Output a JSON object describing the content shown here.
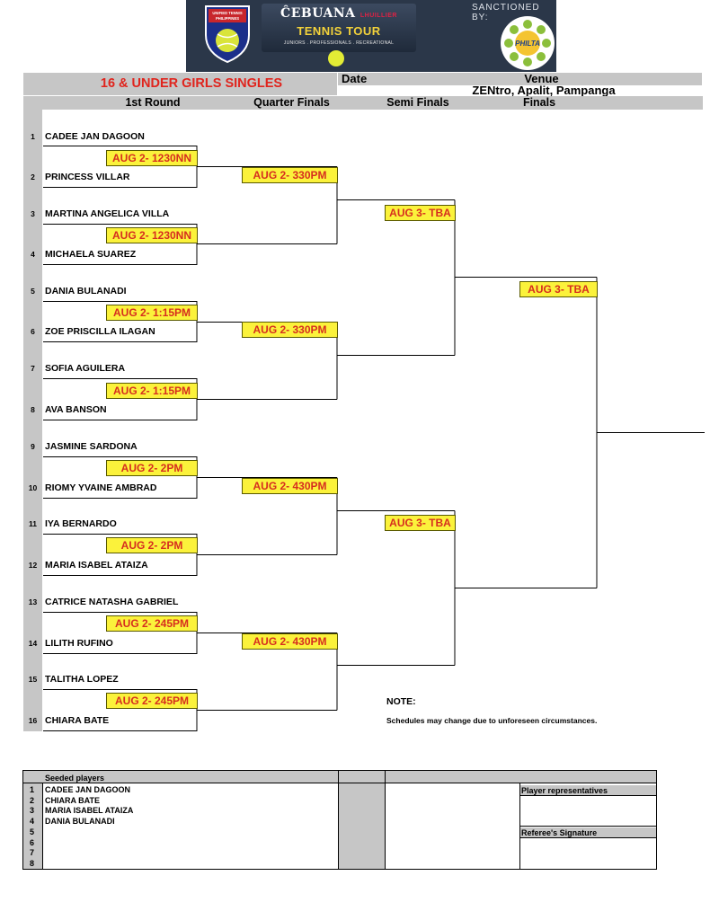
{
  "banner": {
    "utp_logo_text": "UNIFIED TENNIS PHILIPPINES",
    "brand_name": "ĈEBUANA",
    "brand_suffix": "LHUILLIER",
    "tour_name": "TENNIS TOUR",
    "tour_tagline": "JUNIORS . PROFESSIONALS . RECREATIONAL",
    "sanctioned_by": "SANCTIONED BY:",
    "philta_logo_text": "PHILTA"
  },
  "header": {
    "event_title": "16 & UNDER GIRLS SINGLES",
    "date_label": "Date",
    "venue_label": "Venue",
    "venue_value": "ZENtro, Apalit, Pampanga"
  },
  "rounds": [
    "1st Round",
    "Quarter Finals",
    "Semi Finals",
    "Finals"
  ],
  "players": [
    {
      "no": "1",
      "name": "CADEE JAN DAGOON"
    },
    {
      "no": "2",
      "name": "PRINCESS VILLAR"
    },
    {
      "no": "3",
      "name": "MARTINA ANGELICA VILLA"
    },
    {
      "no": "4",
      "name": "MICHAELA SUAREZ"
    },
    {
      "no": "5",
      "name": "DANIA BULANADI"
    },
    {
      "no": "6",
      "name": "ZOE PRISCILLA ILAGAN"
    },
    {
      "no": "7",
      "name": "SOFIA AGUILERA"
    },
    {
      "no": "8",
      "name": "AVA BANSON"
    },
    {
      "no": "9",
      "name": "JASMINE SARDONA"
    },
    {
      "no": "10",
      "name": "RIOMY YVAINE AMBRAD"
    },
    {
      "no": "11",
      "name": "IYA BERNARDO"
    },
    {
      "no": "12",
      "name": "MARIA ISABEL ATAIZA"
    },
    {
      "no": "13",
      "name": "CATRICE NATASHA GABRIEL"
    },
    {
      "no": "14",
      "name": "LILITH RUFINO"
    },
    {
      "no": "15",
      "name": "TALITHA LOPEZ"
    },
    {
      "no": "16",
      "name": "CHIARA BATE"
    }
  ],
  "schedules": {
    "first_round": [
      "AUG 2- 1230NN",
      "AUG 2- 1230NN",
      "AUG 2- 1:15PM",
      "AUG 2- 1:15PM",
      "AUG 2- 2PM",
      "AUG 2- 2PM",
      "AUG 2- 245PM",
      "AUG 2- 245PM"
    ],
    "quarter_finals": [
      "AUG 2- 330PM",
      "AUG 2- 330PM",
      "AUG 2- 430PM",
      "AUG 2- 430PM"
    ],
    "semi_finals": [
      "AUG 3- TBA",
      "AUG 3- TBA"
    ],
    "finals": [
      "AUG 3- TBA"
    ]
  },
  "note": {
    "label": "NOTE:",
    "text": "Schedules may change due to unforeseen circumstances."
  },
  "seeded": {
    "header": "Seeded players",
    "rows": [
      {
        "no": "1",
        "name": "CADEE JAN DAGOON"
      },
      {
        "no": "2",
        "name": "CHIARA BATE"
      },
      {
        "no": "3",
        "name": "MARIA ISABEL ATAIZA"
      },
      {
        "no": "4",
        "name": "DANIA BULANADI"
      },
      {
        "no": "5",
        "name": ""
      },
      {
        "no": "6",
        "name": ""
      },
      {
        "no": "7",
        "name": ""
      },
      {
        "no": "8",
        "name": ""
      }
    ],
    "player_reps_label": "Player representatives",
    "referee_label": "Referee's Signature"
  }
}
